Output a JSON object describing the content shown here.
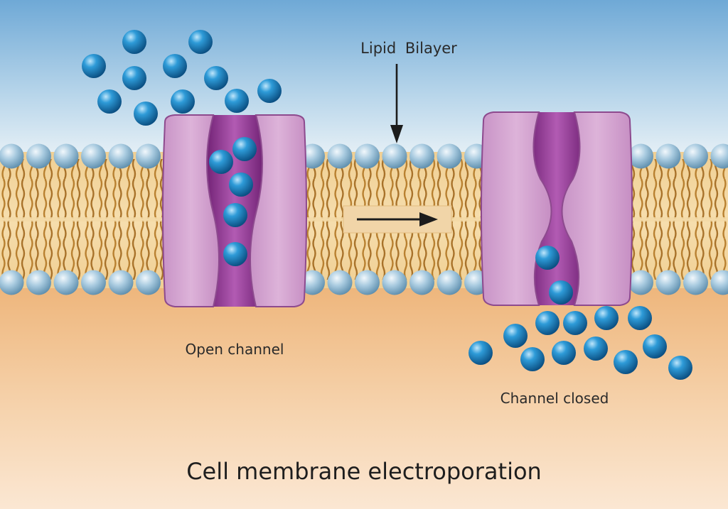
{
  "labels": {
    "lipid_bilayer": "Lipid  Bilayer",
    "open_channel": "Open channel",
    "channel_closed": "Channel closed",
    "title": "Cell membrane electroporation"
  },
  "colors": {
    "sky_top": "#6fa9d6",
    "sky_bottom": "#e3eef6",
    "cytoplasm": "#f1bd86",
    "lipid_head": "#9ec3da",
    "lipid_tail": "#c9953c",
    "tail_band": "#f3d6a0",
    "channel_fill": "#d5a6d2",
    "channel_inner": "#8a2e8c",
    "ion": "#1a7fc0"
  },
  "icons": {
    "membrane_arrow": "right-arrow-icon",
    "pointer_arrow": "down-arrow-icon"
  }
}
